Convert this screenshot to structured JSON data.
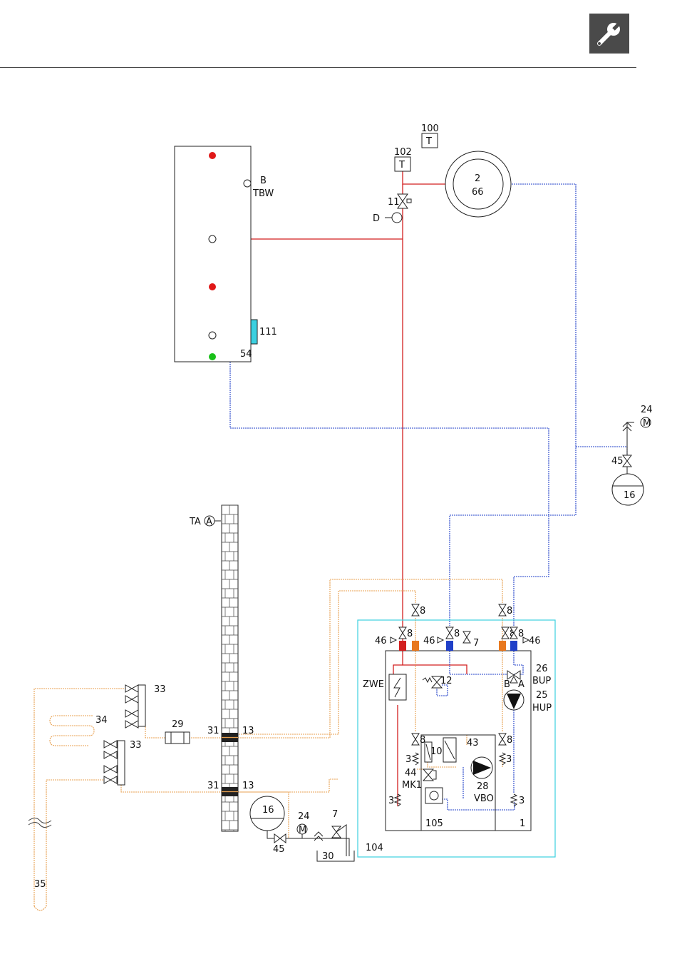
{
  "header": {
    "icon": "wrench-icon"
  },
  "colors": {
    "supply_red": "#d21f1f",
    "return_blue": "#1f3fc8",
    "brine_orange": "#e8a050",
    "module_cyan": "#3cd0e0",
    "dot_red": "#e01818",
    "dot_green": "#19c019",
    "badge_gray": "#4a4a4a"
  },
  "labels": {
    "l100": "100",
    "l102": "102",
    "t": "T",
    "l2": "2",
    "l66": "66",
    "l11": "11",
    "d": "D",
    "b": "B",
    "tbw": "TBW",
    "l111": "111",
    "l54": "54",
    "l24": "24",
    "l45": "45",
    "l16": "16",
    "ta": "TA",
    "a_sym": "A",
    "l8": "8",
    "l46": "46",
    "l7": "7",
    "l26": "26",
    "bup": "BUP",
    "l25": "25",
    "hup": "HUP",
    "b2": "B",
    "a2": "A",
    "zwe": "ZWE",
    "l12": "12",
    "l43": "43",
    "l10": "10",
    "l3": "3",
    "l44": "44",
    "mk1": "MK1",
    "l28": "28",
    "vbo": "VBO",
    "l105": "105",
    "l1": "1",
    "l104": "104",
    "l33": "33",
    "l34": "34",
    "l29": "29",
    "l31": "31",
    "l13": "13",
    "l30": "30",
    "l35": "35",
    "m": "M"
  }
}
